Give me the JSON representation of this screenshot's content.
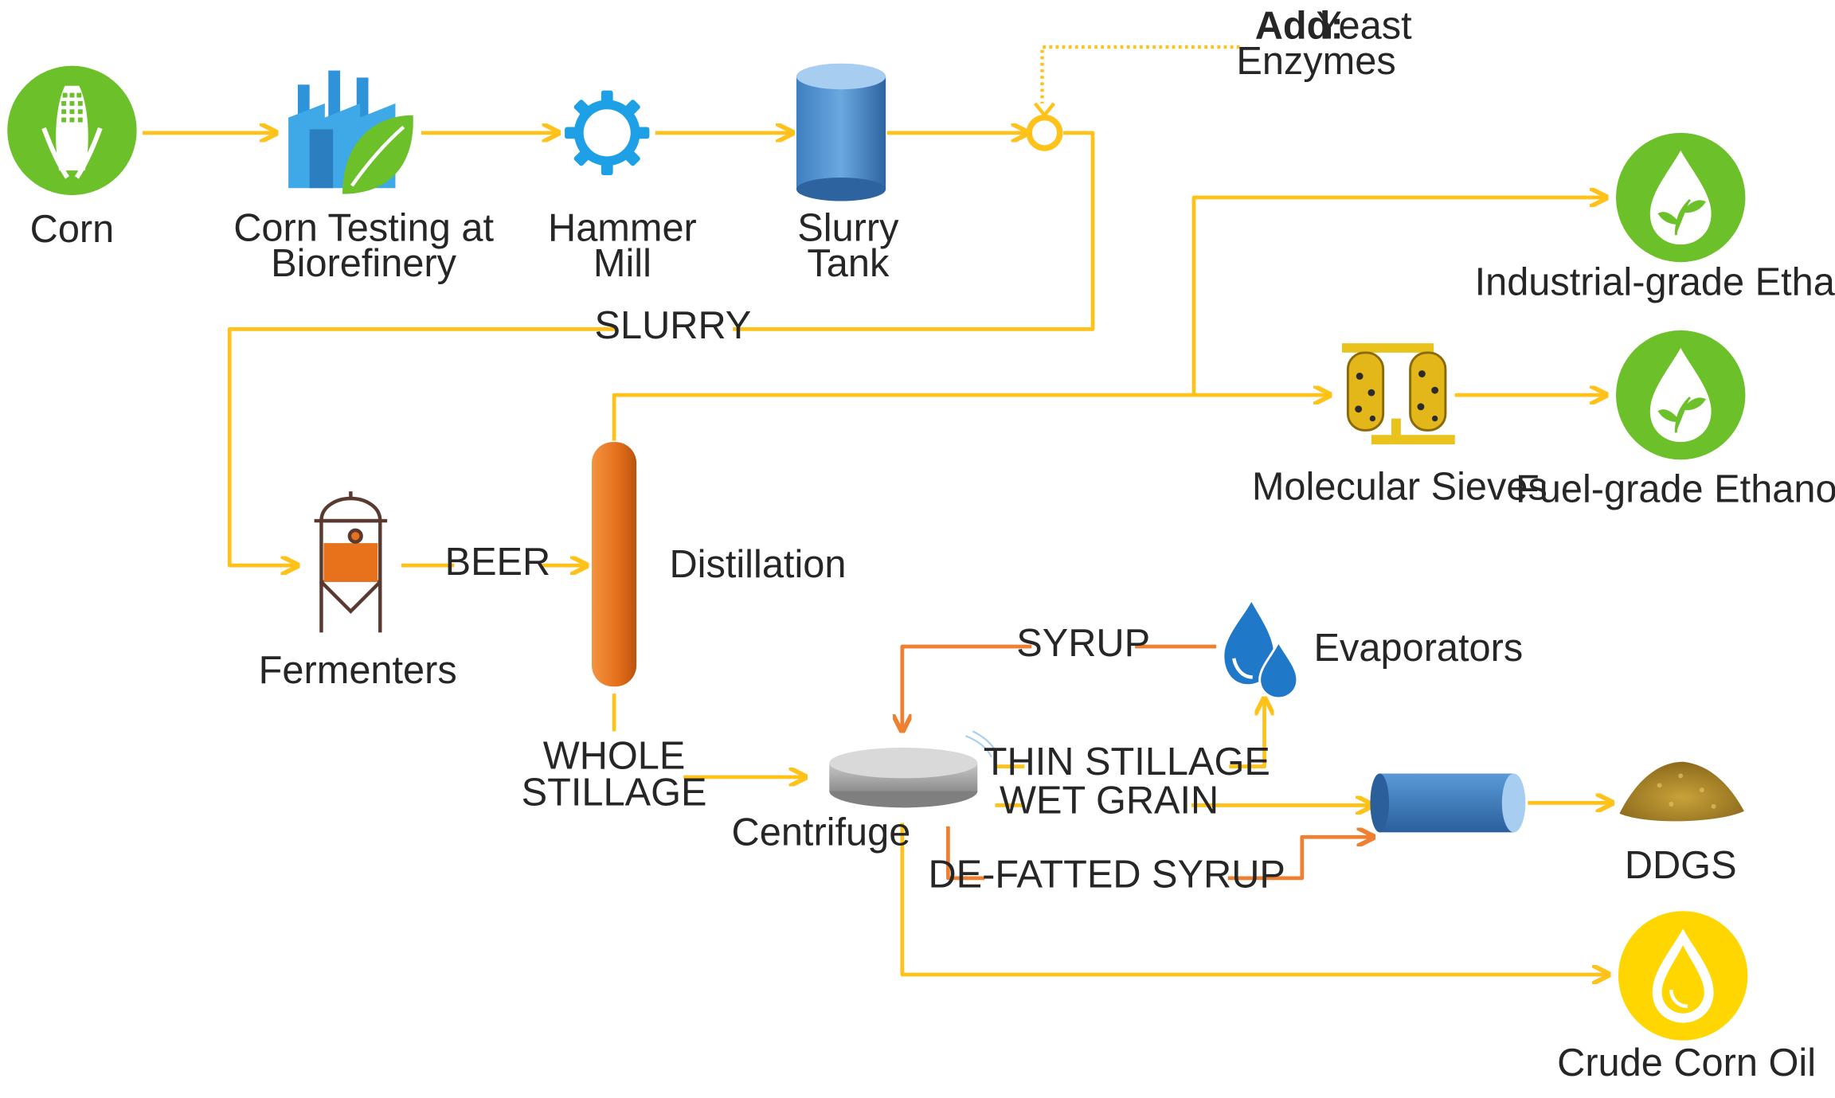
{
  "colors": {
    "flow_yellow": "#FFC21A",
    "flow_orange": "#EF7F31",
    "icon_green": "#6CC02A",
    "icon_yellow": "#FFD600",
    "tank_blue": "#4A8FD0",
    "column_orange": "#E8721C"
  },
  "labels": {
    "corn": "Corn",
    "corn_testing_1": "Corn Testing at",
    "corn_testing_2": "Biorefinery",
    "hammer_1": "Hammer",
    "hammer_2": "Mill",
    "slurry_tank_1": "Slurry",
    "slurry_tank_2": "Tank",
    "add_prefix": "Add:",
    "add_yeast": "Yeast",
    "add_enzymes": "Enzymes",
    "slurry": "SLURRY",
    "industrial": "Industrial-grade Ethanol",
    "fuel": "Fuel-grade Ethanol",
    "sieves": "Molecular Sieves",
    "fermenters": "Fermenters",
    "beer": "BEER",
    "distillation": "Distillation",
    "syrup": "SYRUP",
    "evaporators": "Evaporators",
    "whole_stillage_1": "WHOLE",
    "whole_stillage_2": "STILLAGE",
    "thin_stillage": "THIN STILLAGE",
    "wet_grain": "WET GRAIN",
    "centrifuge": "Centrifuge",
    "defatted": "DE-FATTED SYRUP",
    "ddgs": "DDGS",
    "crude_oil": "Crude Corn Oil"
  },
  "icons": {
    "corn": "corn-icon",
    "factory": "factory-leaf-icon",
    "mill": "gear-icon",
    "tank": "tank-icon",
    "mixer": "mixing-point-icon",
    "ethanol": "ethanol-drop-icon",
    "sieves": "molecular-sieves-icon",
    "fermenter": "fermenter-icon",
    "column": "distillation-column-icon",
    "evaporator": "water-drops-icon",
    "centrifuge": "centrifuge-icon",
    "dryer": "dryer-drum-icon",
    "ddgs": "grain-pile-icon",
    "oil": "oil-drop-icon"
  }
}
